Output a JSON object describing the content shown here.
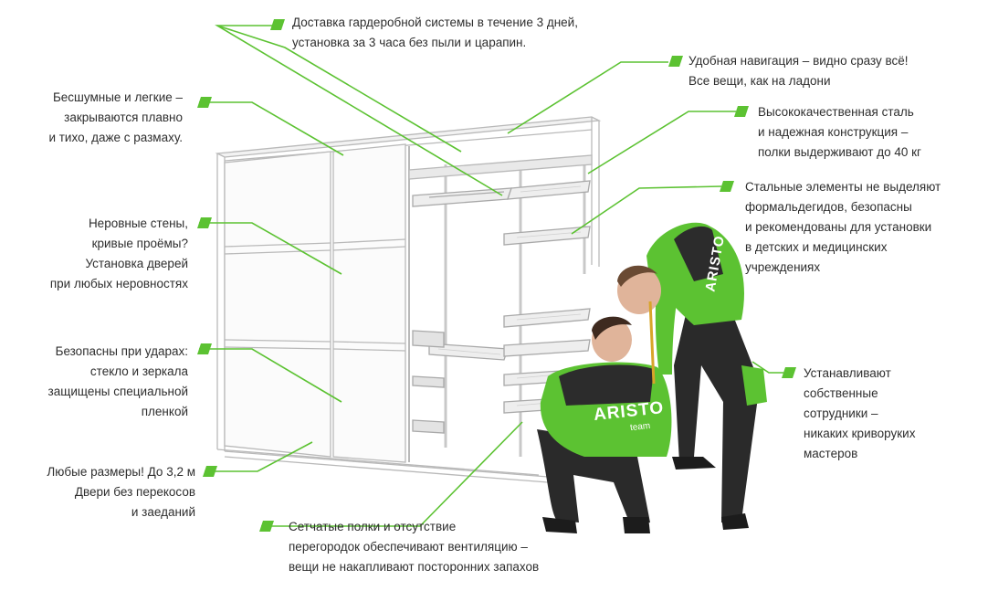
{
  "accent_color": "#5cc232",
  "callouts": [
    {
      "id": "delivery",
      "text": "Доставка гардеробной системы в течение 3 дней,\nустановка за 3 часа без пыли и царапин."
    },
    {
      "id": "navigation",
      "text": "Удобная навигация – видно сразу всё!\nВсе вещи, как на ладони"
    },
    {
      "id": "steel",
      "text": "Высококачественная сталь\nи надежная конструкция –\nполки выдерживают до 40 кг"
    },
    {
      "id": "safe-steel",
      "text": "Стальные элементы не выделяют\nформальдегидов, безопасны\nи рекомендованы для установки\nв детских и медицинских\nучреждениях"
    },
    {
      "id": "silent",
      "text": "Бесшумные и легкие –\nзакрываются плавно\nи тихо, даже с размаху."
    },
    {
      "id": "walls",
      "text": "Неровные стены,\nкривые проёмы?\nУстановка дверей\nпри любых неровностях"
    },
    {
      "id": "impact",
      "text": "Безопасны при ударах:\nстекло и зеркала\nзащищены специальной\nпленкой"
    },
    {
      "id": "sizes",
      "text": "Любые размеры! До 3,2 м\nДвери без перекосов\nи заеданий"
    },
    {
      "id": "mesh",
      "text": "Сетчатые полки и отсутствие\nперегородок обеспечивают вентиляцию –\nвещи не накапливают посторонних запахов"
    },
    {
      "id": "staff",
      "text": "Устанавливают\nсобственные\nсотрудники  –\nникаких криворуких\nмастеров"
    }
  ],
  "logo_text": "ARISTO",
  "logo_sub": "team"
}
